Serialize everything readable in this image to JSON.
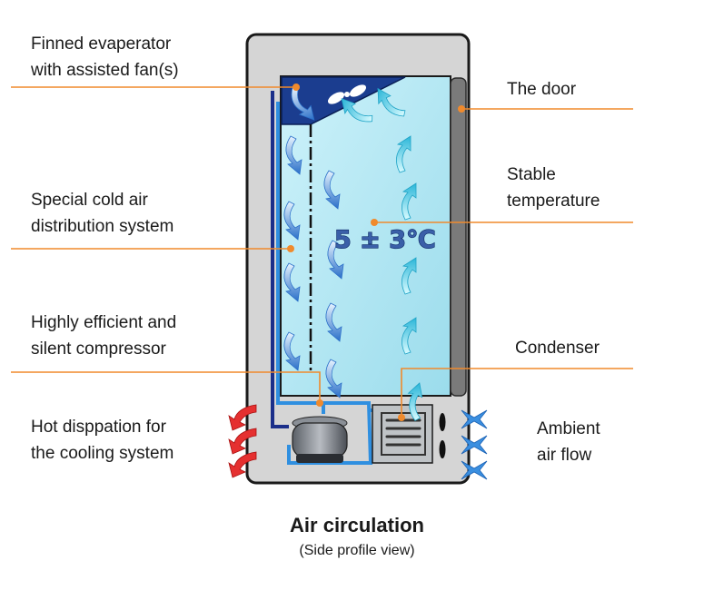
{
  "labels": {
    "evaporator": "Finned evaperator\nwith assisted fan(s)",
    "distribution": "Special cold air\ndistribution system",
    "compressor": "Highly efficient and\nsilent compressor",
    "hot": "Hot disppation for\nthe cooling system",
    "door": "The door",
    "stable": "Stable\ntemperature",
    "condenser": "Condenser",
    "ambient": "Ambient\nair flow"
  },
  "temperature": "5 ± 3℃",
  "caption": {
    "title": "Air circulation",
    "subtitle": "(Side profile view)"
  },
  "colors": {
    "leader": "#f08a2c",
    "cabinet_fill": "#b5e8f4",
    "evaporator": "#1b3d8f",
    "body_gray": "#d3d3d3",
    "cold_arrow": "#2a7fd1",
    "warm_arrow": "#e63333"
  }
}
